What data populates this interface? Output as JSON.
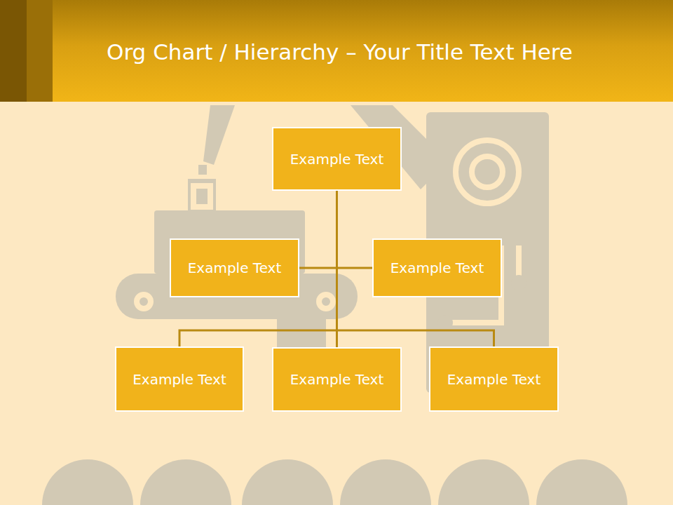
{
  "diagram": {
    "title": "Org Chart / Hierarchy – Your Title Text Here",
    "nodes": [
      {
        "text": [
          "Example Text"
        ]
      },
      {
        "text": [
          "Example Text"
        ]
      },
      {
        "text": [
          "Example Text"
        ]
      },
      {
        "text": [
          "Example Text"
        ]
      },
      {
        "text": [
          "Example Text"
        ]
      },
      {
        "text": [
          "Example Text"
        ]
      }
    ],
    "edges": [
      {
        "from": 0,
        "to": 1,
        "arrow": "none"
      },
      {
        "from": 0,
        "to": 2,
        "arrow": "none"
      },
      {
        "from": 0,
        "to": 3,
        "arrow": "none"
      },
      {
        "from": 0,
        "to": 4,
        "arrow": "none"
      },
      {
        "from": 0,
        "to": 5,
        "arrow": "none"
      }
    ]
  }
}
